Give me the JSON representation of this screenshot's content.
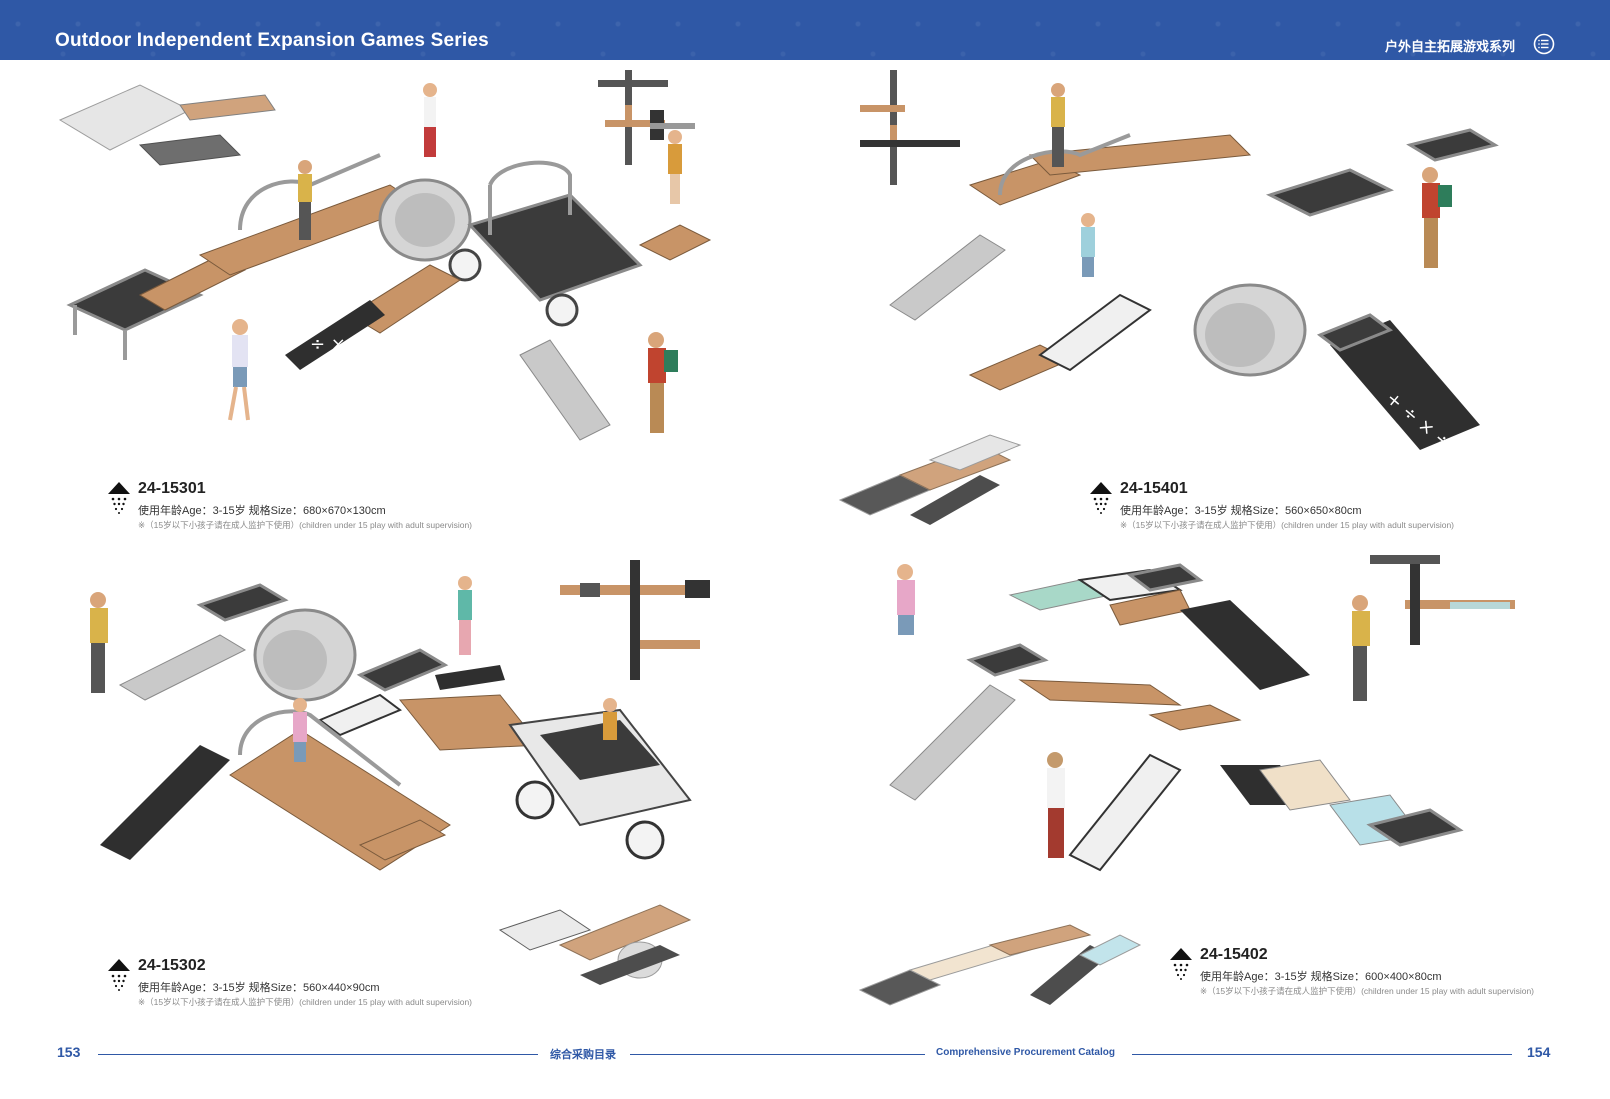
{
  "header": {
    "title": "Outdoor Independent Expansion Games Series",
    "title_cn": "户外自主拓展游戏系列",
    "menu_icon": "list-circle-icon",
    "background_color": "#2f58a6"
  },
  "products": [
    {
      "code": "24-15301",
      "spec": "使用年龄Age：3-15岁    规格Size：680×670×130cm",
      "note": "※（15岁以下小孩子请在成人监护下使用）(children under 15 play with adult supervision)"
    },
    {
      "code": "24-15401",
      "spec": "使用年龄Age：3-15岁    规格Size：560×650×80cm",
      "note": "※（15岁以下小孩子请在成人监护下使用）(children under 15 play with adult supervision)"
    },
    {
      "code": "24-15302",
      "spec": "使用年龄Age：3-15岁    规格Size：560×440×90cm",
      "note": "※（15岁以下小孩子请在成人监护下使用）(children under 15 play with adult supervision)"
    },
    {
      "code": "24-15402",
      "spec": "使用年龄Age：3-15岁    规格Size：600×400×80cm",
      "note": "※（15岁以下小孩子请在成人监护下使用）(children under 15 play with adult supervision)"
    }
  ],
  "footer": {
    "page_left": "153",
    "catalog_cn": "综合采购目录",
    "catalog_en": "Comprehensive Procurement Catalog",
    "page_right": "154",
    "accent_color": "#2f58a6"
  }
}
